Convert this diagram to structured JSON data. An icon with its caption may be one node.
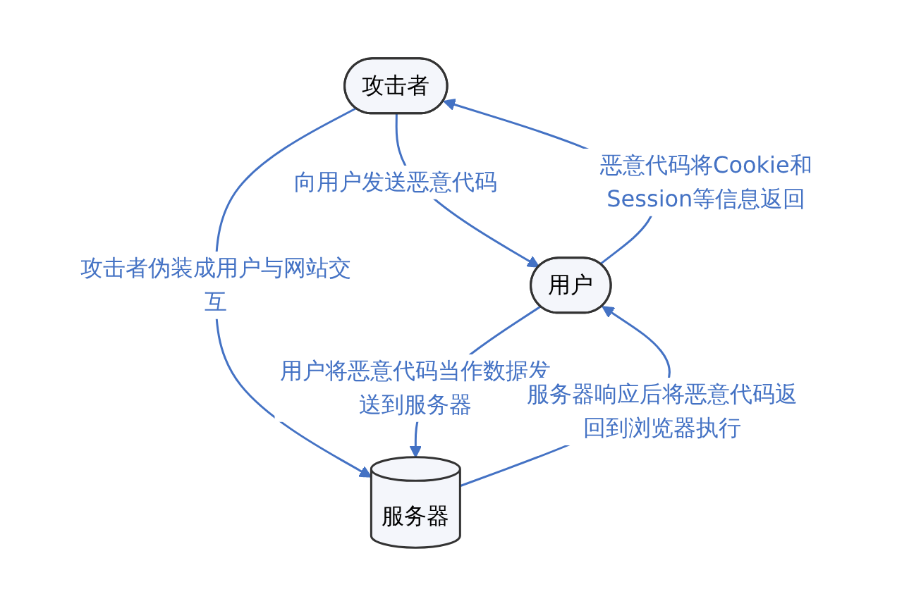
{
  "diagram": {
    "nodes": [
      {
        "text": [
          "攻击者"
        ]
      },
      {
        "text": [
          "用户"
        ]
      },
      {
        "text": [
          "服务器"
        ]
      }
    ],
    "edges": [
      {
        "from": 0,
        "to": 1,
        "arrow": "to",
        "label": "向用户发送恶意代码"
      },
      {
        "from": 1,
        "to": 0,
        "arrow": "to",
        "label": "恶意代码将Cookie和Session等信息返回"
      },
      {
        "from": 0,
        "to": 2,
        "arrow": "to",
        "label": "攻击者伪装成用户与网站交互"
      },
      {
        "from": 1,
        "to": 2,
        "arrow": "to",
        "label": "用户将恶意代码当作数据发送到服务器"
      },
      {
        "from": 2,
        "to": 1,
        "arrow": "to",
        "label": "服务器响应后将恶意代码返回到浏览器执行"
      }
    ]
  }
}
